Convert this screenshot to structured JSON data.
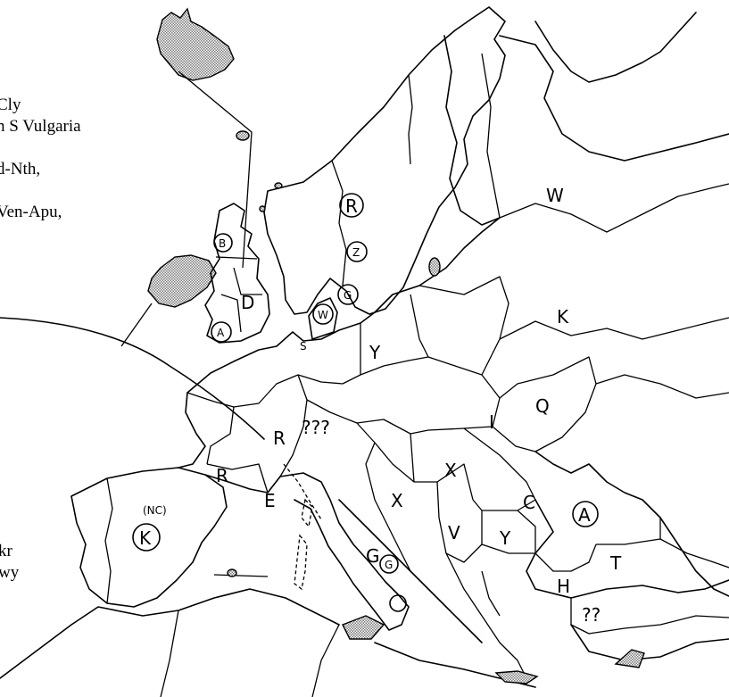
{
  "notes": {
    "top_lines": [
      "Cly",
      "n S Vulgaria",
      "",
      "d-Nth,",
      "",
      "Ven-Apu,"
    ],
    "bottom_lines": [
      "kr",
      "wy"
    ]
  },
  "labels": {
    "R_scandinavia": "R",
    "Z_norway": "Z",
    "G_sweden": "G",
    "W_denmark": "W",
    "S_kiel": "S",
    "Y_prussia": "Y",
    "W_russia": "W",
    "K_russia": "K",
    "Q_ukraine": "Q",
    "D_england": "D",
    "B_scotland": "B",
    "A_wales": "A",
    "R_france": "R",
    "R_spain": "R",
    "K_spain": "K",
    "NC_spain": "(NC)",
    "E_gulf": "E",
    "unknown_germany": "???",
    "I_galicia": "I",
    "X_hungary": "X",
    "X_trieste": "X",
    "V_serbia": "V",
    "Y_bulgaria": "Y",
    "C_rumania": "C",
    "A_sevastopol": "A",
    "H_constantinople": "H",
    "T_armenia": "T",
    "unknown_syria": "??",
    "G_naples": "G",
    "G_apulia": "G"
  },
  "colors": {
    "ink": "#000000",
    "paper": "#ffffff",
    "stipple": "#9a9a9a"
  }
}
